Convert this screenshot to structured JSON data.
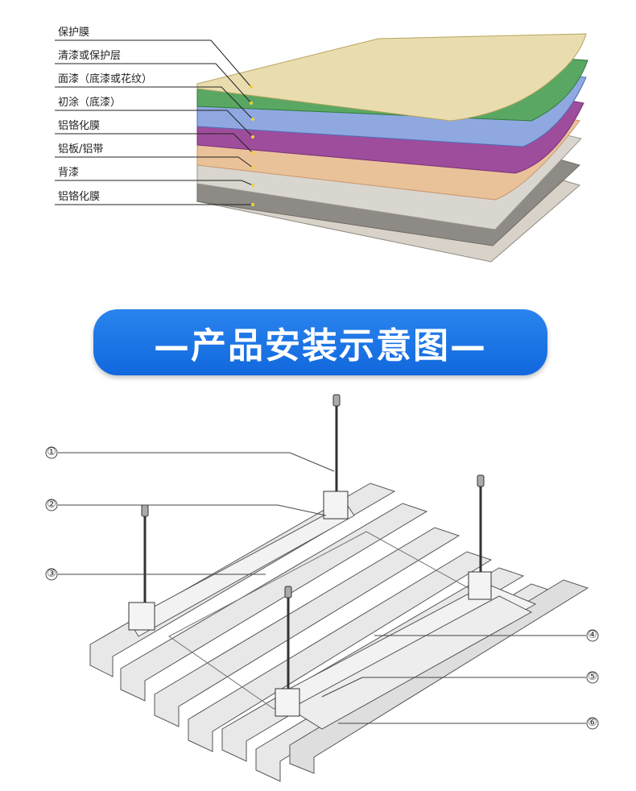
{
  "layers": {
    "items": [
      "保护膜",
      "清漆或保护层",
      "面漆（底漆或花纹）",
      "初涂（底漆）",
      "铝铬化膜",
      "铝板/铝带",
      "背漆",
      "铝铬化膜"
    ],
    "colors": [
      "#e6d9a6",
      "#4fa05a",
      "#8aa6de",
      "#9c4a9a",
      "#e8bf93",
      "#dfdcd5",
      "#8d8a85",
      "#cfc9c0"
    ]
  },
  "banner": {
    "title": "—产品安装示意图—",
    "color": "#1a73e8"
  },
  "callouts": [
    "①",
    "②",
    "③",
    "④",
    "⑤",
    "⑥"
  ]
}
